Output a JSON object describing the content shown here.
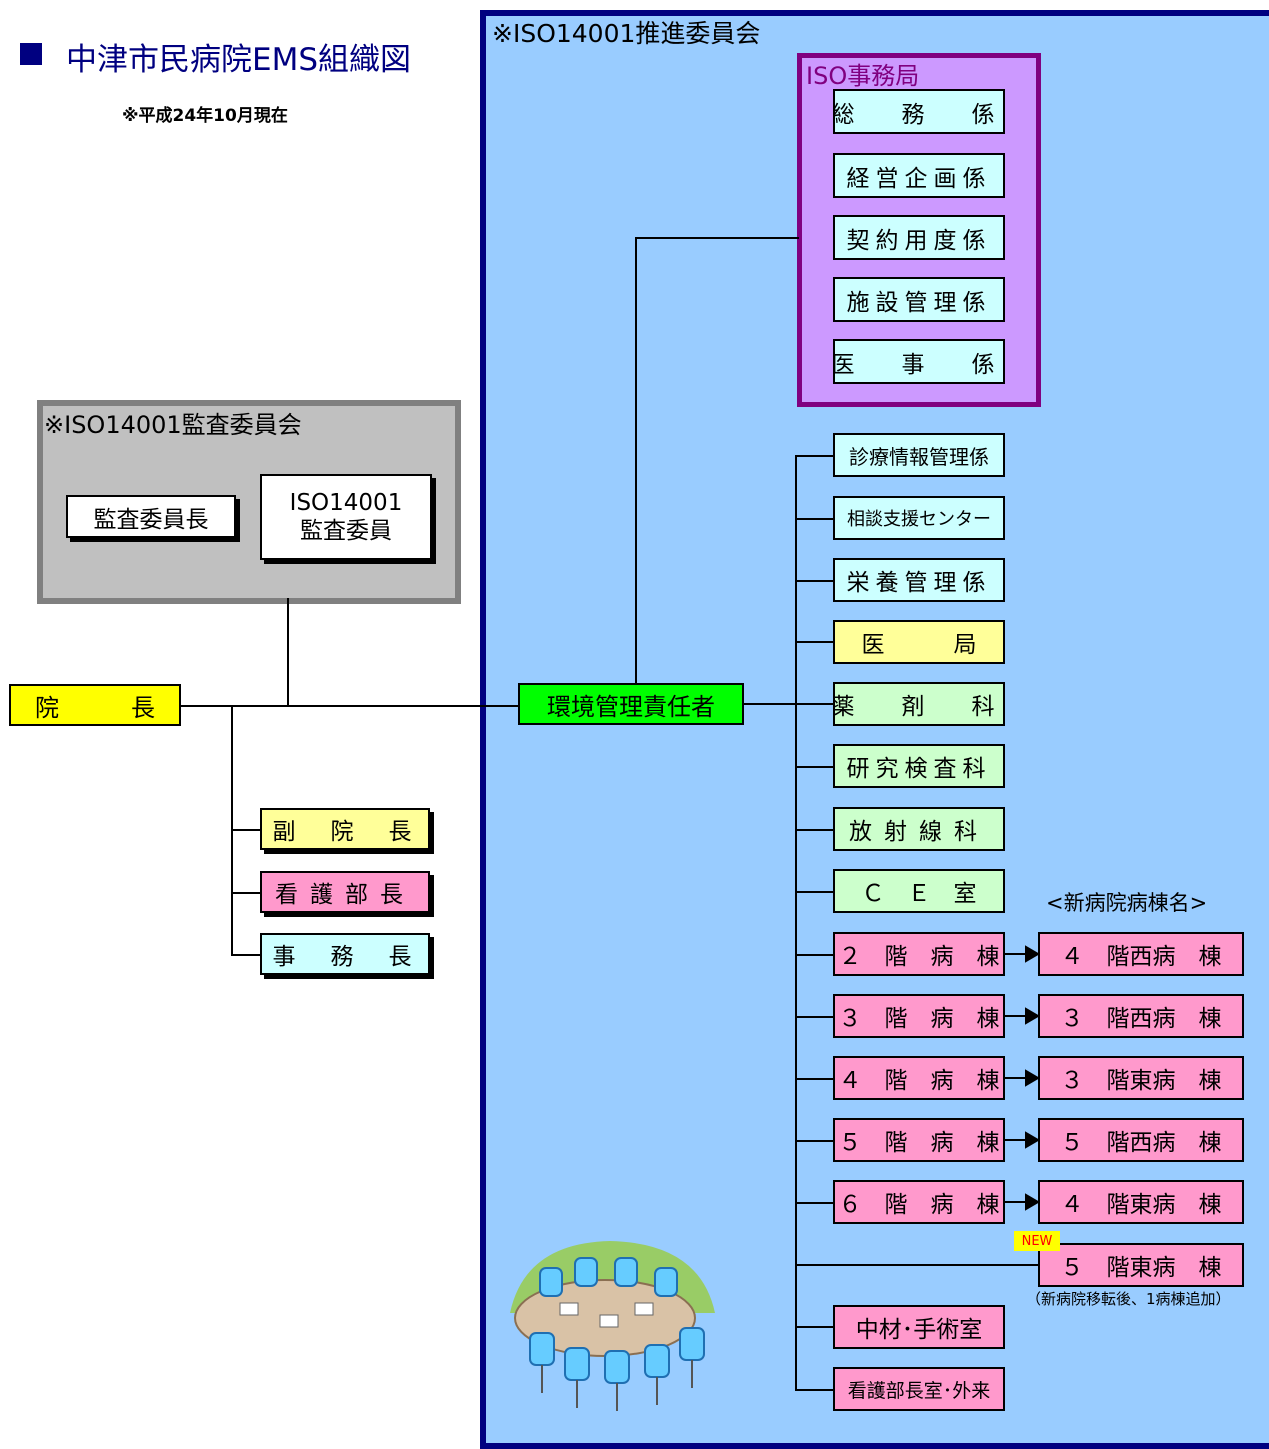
{
  "header": {
    "title": "中津市民病院EMS組織図",
    "date_note": "※平成24年10月現在"
  },
  "audit_committee": {
    "label": "※ISO14001監査委員会",
    "chair": "監査委員長",
    "member_line1": "ISO14001",
    "member_line2": "監査委員"
  },
  "promotion_committee": {
    "label": "※ISO14001推進委員会"
  },
  "iso_office": {
    "label": "ISO事務局",
    "units": [
      "総　務　係",
      "経営企画係",
      "契約用度係",
      "施設管理係",
      "医　事　係"
    ]
  },
  "director": "院　　　長",
  "vice_directors": [
    "副　院　長",
    "看護部長",
    "事　務　長"
  ],
  "env_manager": "環境管理責任者",
  "departments": [
    "診療情報管理係",
    "相談支援センター",
    "栄養管理係",
    "医　　　局",
    "薬　剤　科",
    "研究検査科",
    "放射線科",
    "Ｃ　Ｅ　室",
    "２　階　病　棟",
    "３　階　病　棟",
    "４　階　病　棟",
    "５　階　病　棟",
    "６　階　病　棟",
    "中材･手術室",
    "看護部長室･外来"
  ],
  "new_wards": {
    "heading": "<新病院病棟名>",
    "names": [
      "４　階西病　棟",
      "３　階西病　棟",
      "３　階東病　棟",
      "５　階西病　棟",
      "４　階東病　棟",
      "５　階東病　棟"
    ],
    "new_badge": "NEW",
    "note": "（新病院移転後、1病棟追加）"
  },
  "colors": {
    "committee_bg": "#99ccff",
    "committee_border": "#000080",
    "office_bg": "#cc99ff",
    "office_border": "#800080",
    "audit_bg": "#c0c0c0",
    "title_color": "#000080"
  }
}
